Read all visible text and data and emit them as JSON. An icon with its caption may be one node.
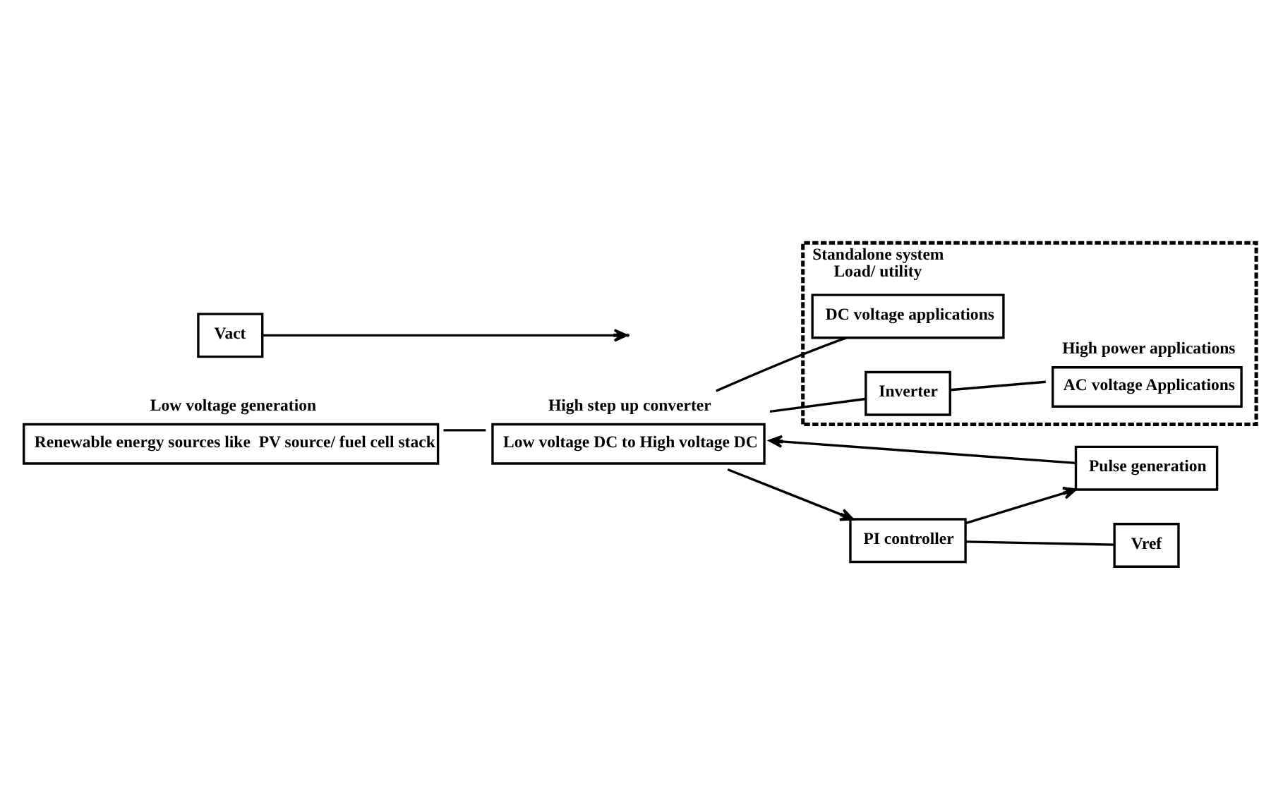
{
  "diagram": {
    "nodes": [
      {
        "text": [
          "Renewable energy sources like  PV source/ fuel cell stack"
        ],
        "beside": [
          "Low voltage generation"
        ]
      },
      {
        "text": [
          "Low voltage DC to High voltage DC"
        ],
        "beside": [
          "High step up converter"
        ]
      },
      {
        "text": [
          "Standalone system",
          "Load/ utility"
        ]
      },
      {
        "text": [
          "DC voltage applications"
        ],
        "in": 2
      },
      {
        "text": [
          "Inverter"
        ],
        "in": 2
      },
      {
        "text": [
          "AC voltage Applications"
        ],
        "in": 2,
        "beside": [
          "High power applications"
        ]
      },
      {
        "text": [
          "Pulse generation"
        ]
      },
      {
        "text": [
          "PI controller"
        ]
      },
      {
        "text": [
          "Vact"
        ]
      },
      {
        "text": [
          "Vref"
        ]
      }
    ],
    "edges": [
      {
        "from": 0,
        "to": 1,
        "arrow": "none"
      },
      {
        "from": 1,
        "to": 3,
        "arrow": "none"
      },
      {
        "from": 1,
        "to": 4,
        "arrow": "none"
      },
      {
        "from": 1,
        "to": 7,
        "arrow": "to"
      },
      {
        "from": 4,
        "to": 5,
        "arrow": "none"
      },
      {
        "from": 6,
        "to": 1,
        "arrow": "to"
      },
      {
        "from": 7,
        "to": 6,
        "arrow": "to"
      },
      {
        "from": 8,
        "to": null,
        "arrow": "to"
      },
      {
        "from": 7,
        "to": 9,
        "arrow": "none"
      }
    ]
  }
}
